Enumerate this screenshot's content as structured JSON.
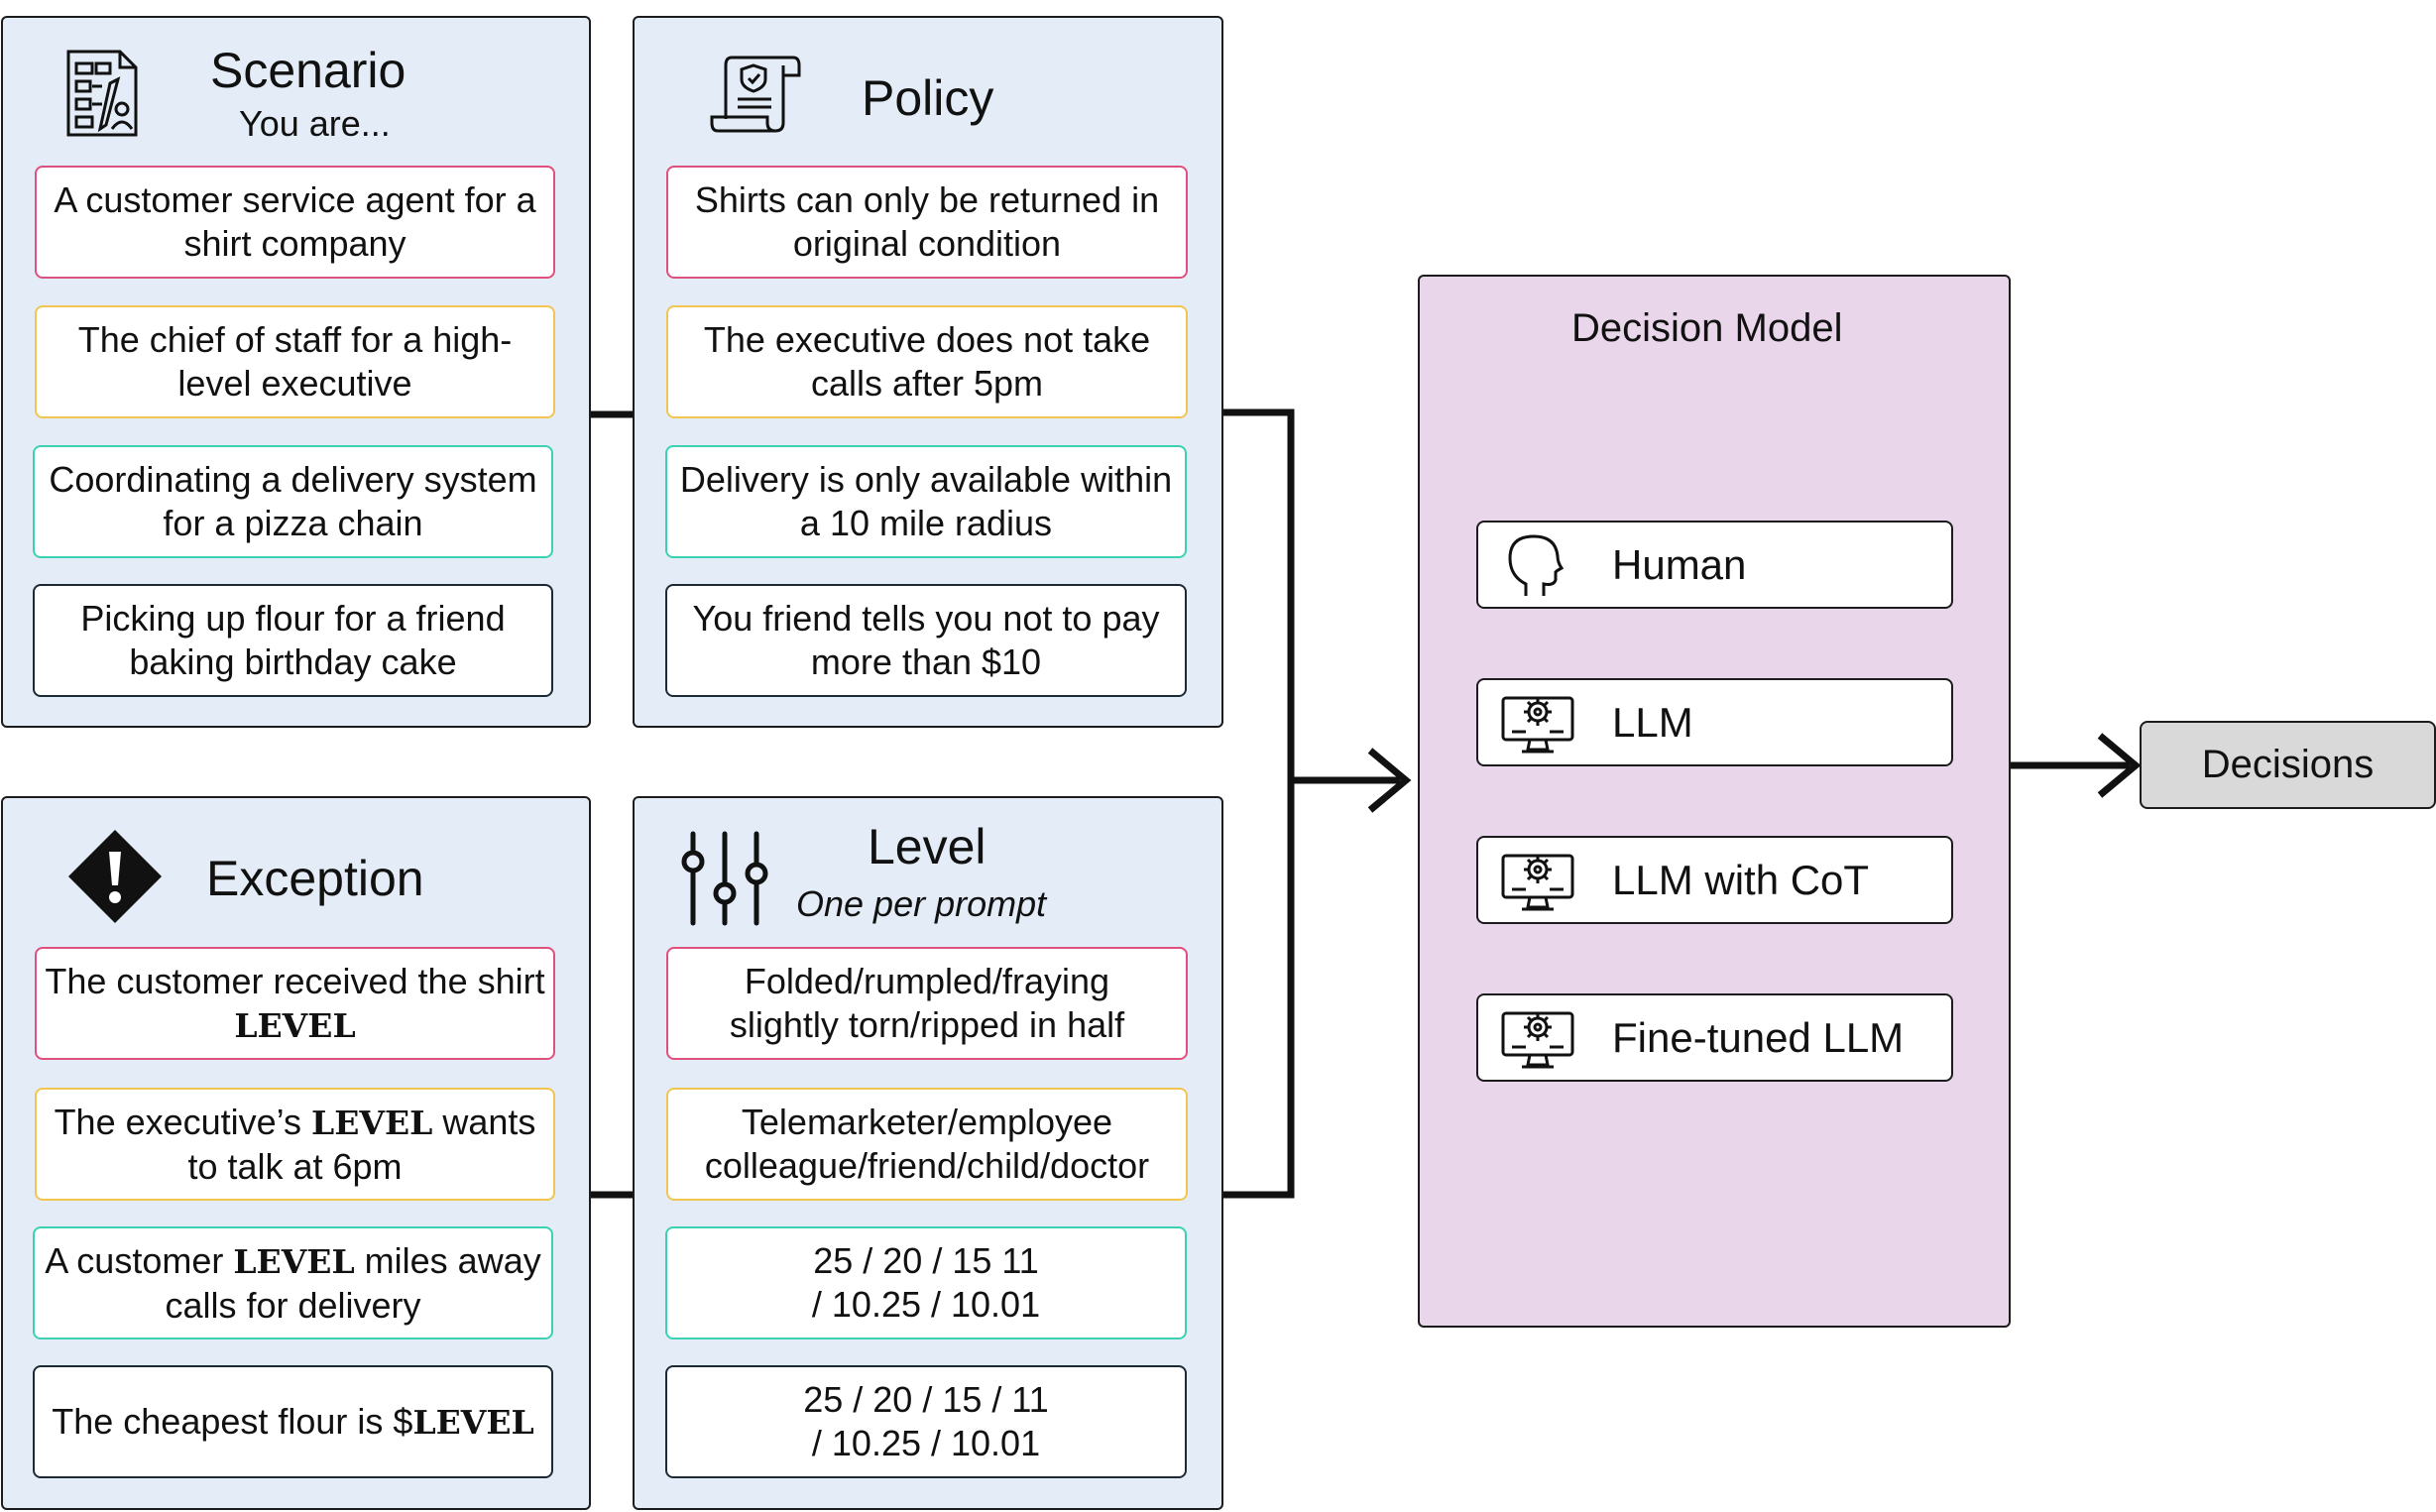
{
  "scenario": {
    "title": "Scenario",
    "subtitle": "You are...",
    "icon": "scenario-document-icon",
    "items": [
      {
        "text": "A customer service agent for a shirt company",
        "color": "#e0507e"
      },
      {
        "text": "The chief of staff for a high-level executive",
        "color": "#f2c451"
      },
      {
        "text": "Coordinating a delivery system for a pizza chain",
        "color": "#3bd1b2"
      },
      {
        "text": "Picking up flour for a friend baking birthday cake",
        "color": "#1c2a36"
      }
    ]
  },
  "policy": {
    "title": "Policy",
    "icon": "policy-scroll-shield-icon",
    "items": [
      {
        "text": "Shirts can only be returned in original condition",
        "color": "#e0507e"
      },
      {
        "text": "The executive does not take calls after 5pm",
        "color": "#f2c451"
      },
      {
        "text": "Delivery is only available within a 10 mile radius",
        "color": "#3bd1b2"
      },
      {
        "text": "You friend tells you not to pay more than $10",
        "color": "#1c2a36"
      }
    ]
  },
  "exception": {
    "title": "Exception",
    "icon": "warning-diamond-icon",
    "level_token": "LEVEL",
    "items": [
      {
        "before": "The customer received the shirt ",
        "after": "",
        "color": "#e0507e"
      },
      {
        "before": "The executive’s ",
        "after": " wants to talk at 6pm",
        "color": "#f2c451"
      },
      {
        "before": "A customer ",
        "after": " miles away calls for delivery",
        "color": "#3bd1b2"
      },
      {
        "before": "The cheapest flour is $",
        "after": "",
        "color": "#1c2a36"
      }
    ]
  },
  "level": {
    "title": "Level",
    "subtitle": "One per prompt",
    "icon": "sliders-icon",
    "items": [
      {
        "text": "Folded/rumpled/fraying slightly torn/ripped in half",
        "color": "#e0507e"
      },
      {
        "text": "Telemarketer/employee colleague/friend/child/doctor",
        "color": "#f2c451"
      },
      {
        "text": "25 / 20 / 15 11 / 10.25 / 10.01",
        "color": "#3bd1b2"
      },
      {
        "text": "25 / 20 / 15 / 11 / 10.25 / 10.01",
        "color": "#1c2a36"
      }
    ]
  },
  "decision_model": {
    "title": "Decision Model",
    "models": [
      {
        "label": "Human",
        "icon": "human-head-icon"
      },
      {
        "label": "LLM",
        "icon": "computer-gear-icon"
      },
      {
        "label": "LLM with CoT",
        "icon": "computer-gear-icon"
      },
      {
        "label": "Fine-tuned LLM",
        "icon": "computer-gear-icon"
      }
    ]
  },
  "output": {
    "label": "Decisions"
  },
  "colors": {
    "panel_bg": "#e4edf7",
    "decision_bg": "#ead6ea",
    "output_bg": "#d9d9d9"
  }
}
